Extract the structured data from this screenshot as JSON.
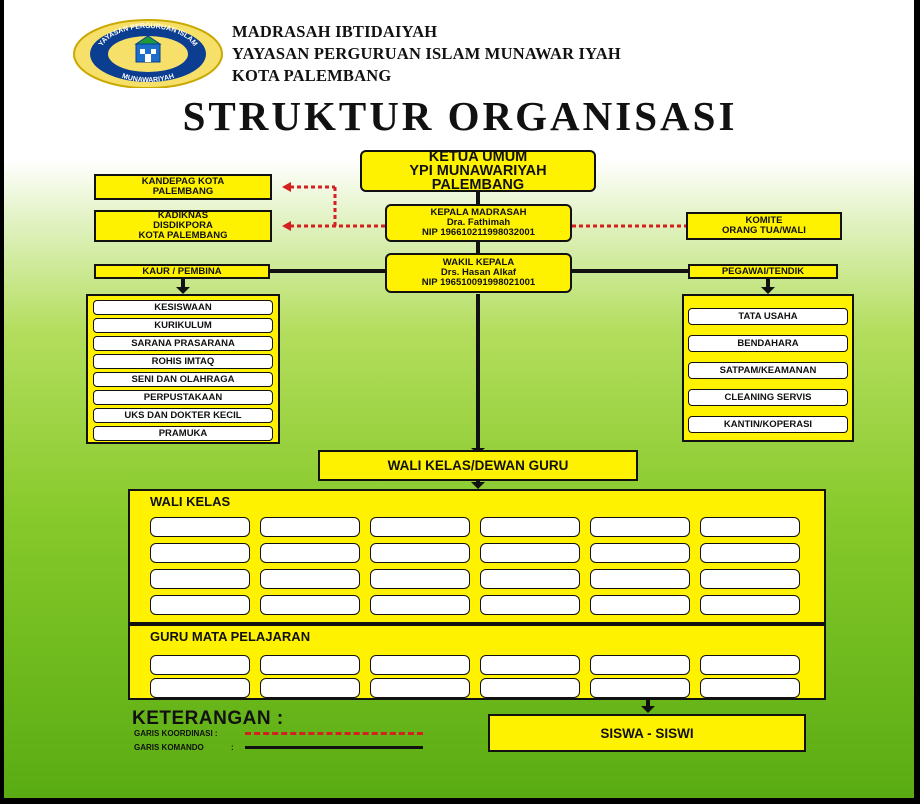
{
  "header": {
    "logo": {
      "ring_text_top": "YAYASAN PERGURUAN ISLAM",
      "ring_text_bottom": "MUNAWARIYAH",
      "ring_color": "#0b3d91",
      "outer_color": "#f6e06a"
    },
    "line1": "MADRASAH IBTIDAIYAH",
    "line2": "YAYASAN PERGURUAN ISLAM MUNAWAR IYAH",
    "line3": "KOTA PALEMBANG",
    "title": "STRUKTUR ORGANISASI"
  },
  "nodes": {
    "ketua": [
      "KETUA UMUM",
      "YPI MUNAWARIYAH",
      "PALEMBANG"
    ],
    "kepala": [
      "KEPALA MADRASAH",
      "Dra. Fathimah",
      "NIP 196610211998032001"
    ],
    "wakil": [
      "WAKIL KEPALA",
      "Drs. Hasan Alkaf",
      "NIP 196510091998021001"
    ],
    "kandepag": [
      "KANDEPAG KOTA",
      "PALEMBANG"
    ],
    "kadiknas": [
      "KADIKNAS",
      "DISDIKPORA",
      "KOTA PALEMBANG"
    ],
    "komite": [
      "KOMITE",
      "ORANG TUA/WALI"
    ],
    "kaur": "KAUR / PEMBINA",
    "pegawai": "PEGAWAI/TENDIK",
    "wali_dewan": "WALI KELAS/DEWAN GURU",
    "siswa": "SISWA - SISWI"
  },
  "kaur_items": [
    "KESISWAAN",
    "KURIKULUM",
    "SARANA PRASARANA",
    "ROHIS IMTAQ",
    "SENI DAN OLAHRAGA",
    "PERPUSTAKAAN",
    "UKS DAN DOKTER KECIL",
    "PRAMUKA"
  ],
  "pegawai_items": [
    "TATA USAHA",
    "BENDAHARA",
    "SATPAM/KEAMANAN",
    "CLEANING SERVIS",
    "KANTIN/KOPERASI"
  ],
  "wali_kelas": {
    "label": "WALI KELAS",
    "rows": 4,
    "cols": 6
  },
  "guru_mapel": {
    "label": "GURU MATA PELAJARAN",
    "rows": 2,
    "cols": 6
  },
  "legend": {
    "title": "KETERANGAN :",
    "koordinasi": "GARIS KOORDINASI :",
    "komando": "GARIS KOMANDO",
    "komando_colon": ":",
    "koordinasi_color": "#d42020",
    "komando_color": "#111111"
  },
  "colors": {
    "box_fill": "#fff200",
    "background_top": "#ffffff",
    "background_bottom": "#58ab12"
  }
}
